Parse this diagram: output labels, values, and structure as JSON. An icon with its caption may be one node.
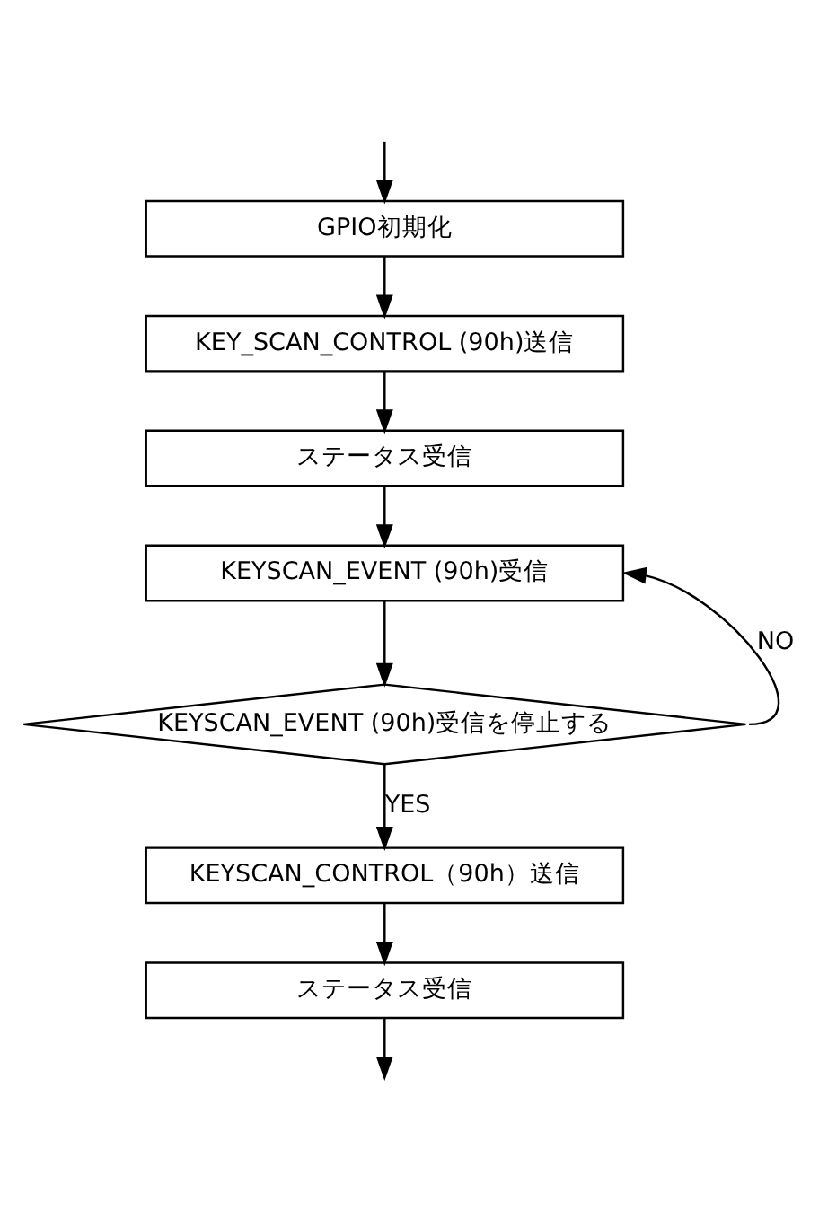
{
  "diagram": {
    "nodes": [
      {
        "text": [
          "GPIO初期化"
        ]
      },
      {
        "text": [
          "KEY_SCAN_CONTROL (90h)送信"
        ]
      },
      {
        "text": [
          "ステータス受信"
        ]
      },
      {
        "text": [
          "KEYSCAN_EVENT (90h)受信"
        ]
      },
      {
        "text": [
          "KEYSCAN_EVENT (90h)受信を停止する"
        ]
      },
      {
        "text": [
          "KEYSCAN_CONTROL（90h）送信"
        ]
      },
      {
        "text": [
          "ステータス受信"
        ]
      }
    ],
    "edges": [
      {
        "from": null,
        "to": 0,
        "arrow": "to"
      },
      {
        "from": 0,
        "to": 1,
        "arrow": "to"
      },
      {
        "from": 1,
        "to": 2,
        "arrow": "to"
      },
      {
        "from": 2,
        "to": 3,
        "arrow": "to"
      },
      {
        "from": 3,
        "to": 4,
        "arrow": "to"
      },
      {
        "from": 4,
        "to": 5,
        "label": "YES",
        "arrow": "to"
      },
      {
        "from": 5,
        "to": 6,
        "arrow": "to"
      },
      {
        "from": 4,
        "to": 3,
        "label": "NO",
        "arrow": "to"
      },
      {
        "from": 6,
        "to": null,
        "arrow": "to"
      }
    ]
  }
}
